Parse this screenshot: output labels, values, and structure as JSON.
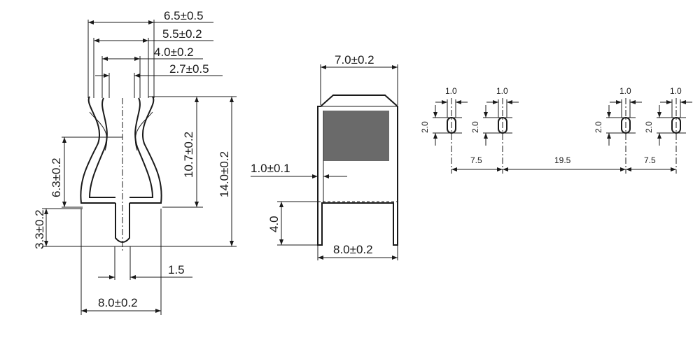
{
  "views": {
    "front": {
      "overall_width": "6.5±0.5",
      "outer_contact_width": "5.5±0.2",
      "inner_contact_width": "4.0±0.2",
      "finger_gap": "2.7±0.5",
      "contact_height": "10.7±0.2",
      "total_height": "14.0±0.2",
      "waist_height": "6.3±0.2",
      "pin_length": "3.3±0.2",
      "pin_width": "1.5",
      "base_width": "8.0±0.2"
    },
    "side": {
      "top_width": "7.0±0.2",
      "sheet_thickness": "1.0±0.1",
      "leg_height": "4.0",
      "base_width": "8.0±0.2"
    },
    "footprint": {
      "hole_width": "1.0",
      "hole_length": "2.0",
      "pitch_outer": "7.5",
      "pitch_center": "19.5"
    }
  }
}
